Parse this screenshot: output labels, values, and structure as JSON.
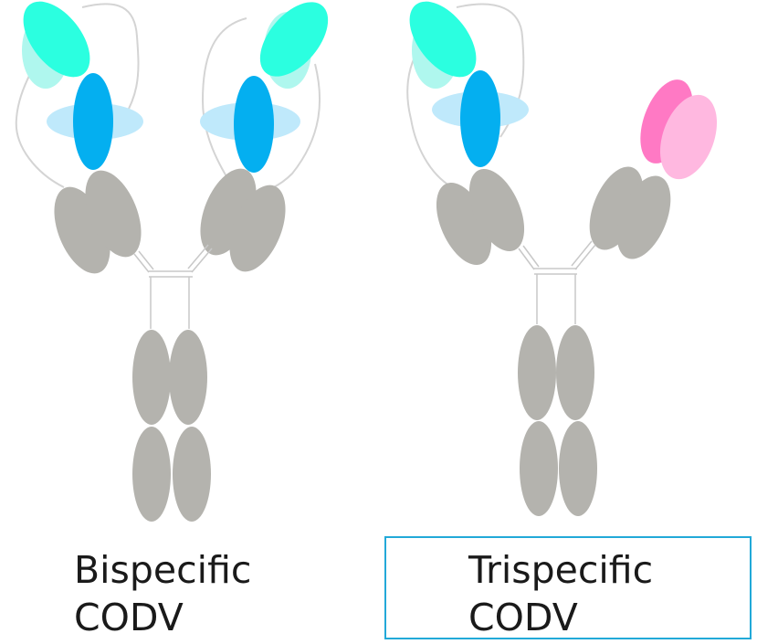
{
  "colors": {
    "constant_gray": "#b4b3ae",
    "light_cyan": "#aff7ee",
    "cyan": "#2bffe0",
    "light_blue": "#bfe9fb",
    "blue": "#04aff0",
    "pink": "#ff79c4",
    "light_pink": "#ffb8e0",
    "linker": "#d4d4d4",
    "box_border": "#22a9d8"
  },
  "labels": {
    "bispecific": {
      "line1": "Bispecific",
      "line2": "CODV"
    },
    "trispecific": {
      "line1": "Trispecific",
      "line2": "CODV"
    }
  }
}
